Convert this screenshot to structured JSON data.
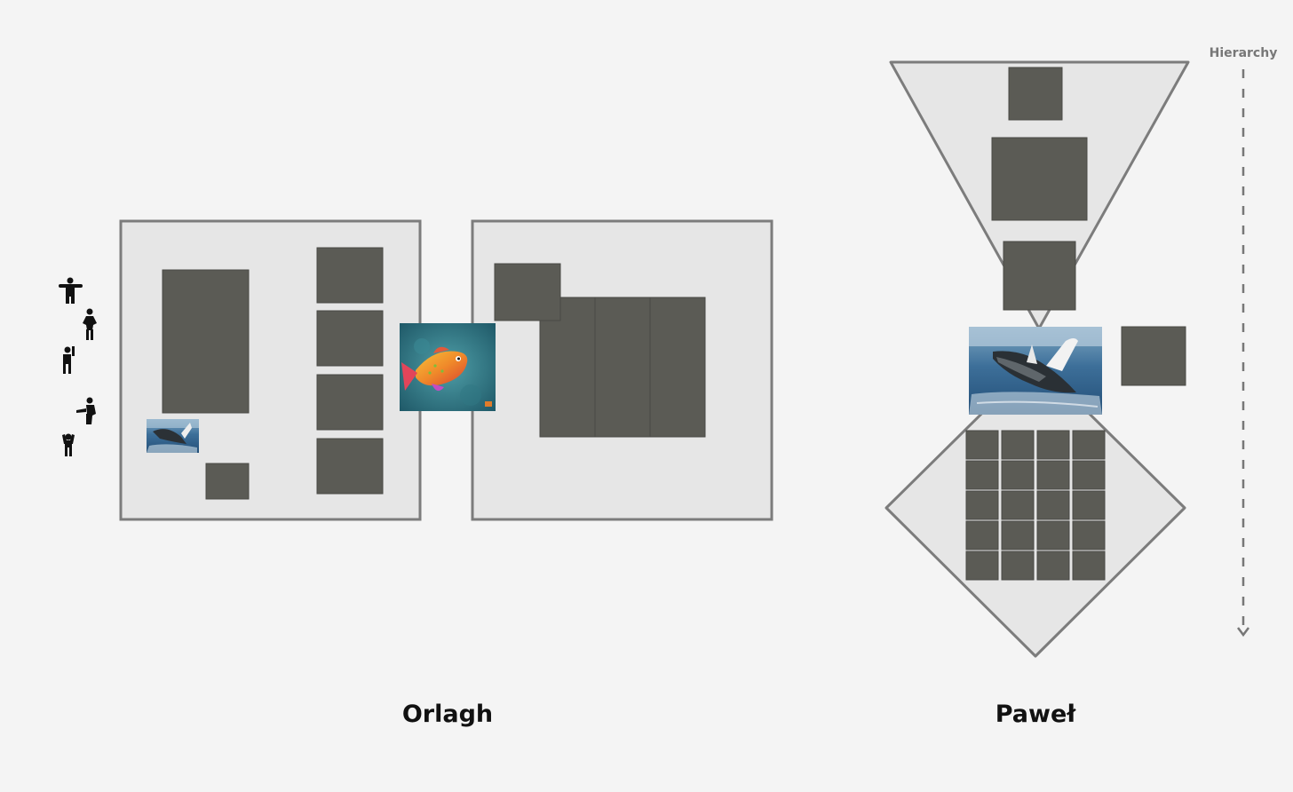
{
  "labels": {
    "left_title": "Orlagh",
    "right_title": "Paweł",
    "axis_label": "Hierarchy"
  },
  "colors": {
    "background": "#f4f4f4",
    "panel_fill": "#e6e6e6",
    "panel_stroke": "#7c7c7c",
    "block": "#5b5b55",
    "label": "#111111",
    "axis": "#777777"
  },
  "icons": {
    "figures": [
      "person-arms-out-icon",
      "person-hands-on-hips-icon",
      "person-waving-icon",
      "person-pointing-icon",
      "person-arms-up-icon"
    ],
    "photos": [
      "whale-photo",
      "fish-painting",
      "whale-photo-large"
    ]
  },
  "grid": {
    "rows": 5,
    "cols": 4
  }
}
